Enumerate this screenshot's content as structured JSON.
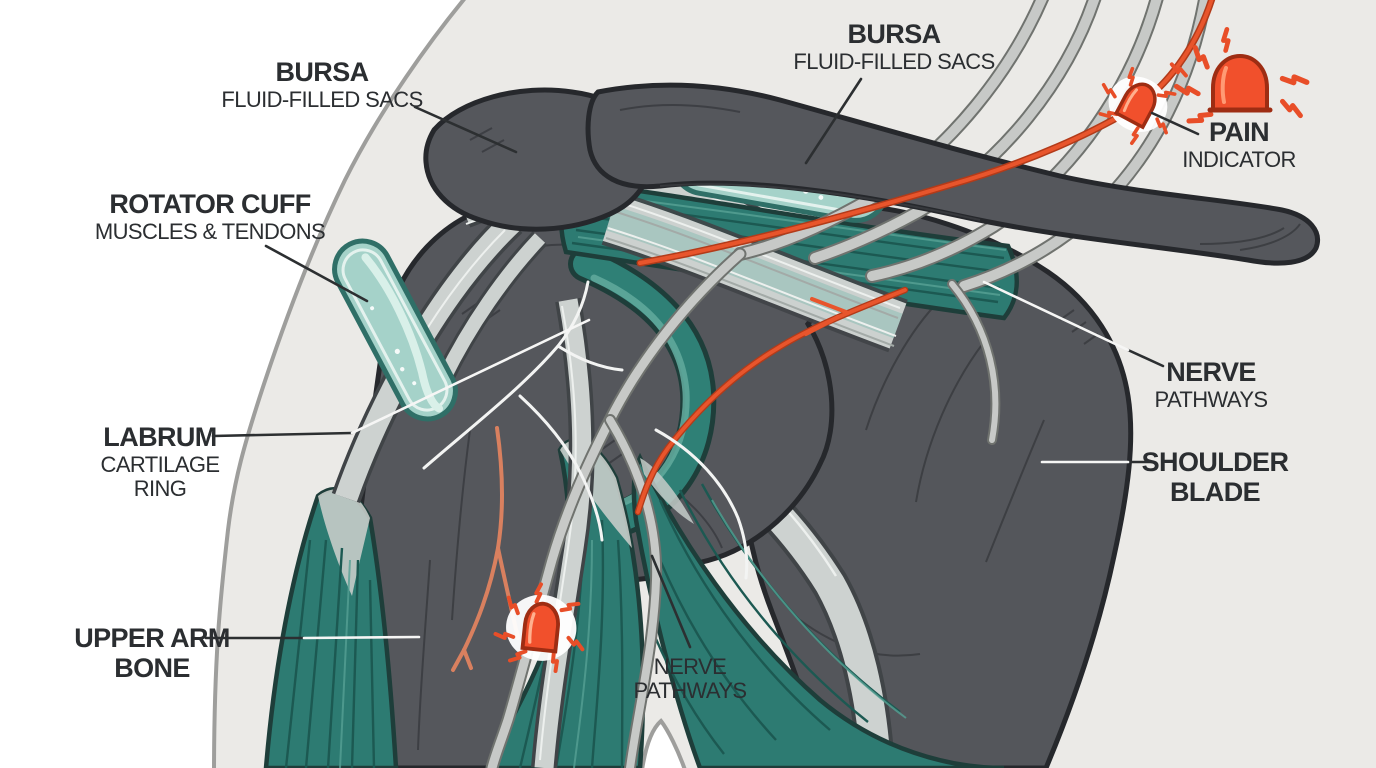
{
  "figure": {
    "type": "anatomical-diagram",
    "subject": "Shoulder joint cross-section with pain indicators"
  },
  "labels": {
    "bursa_left": {
      "line1": "BURSA",
      "line2": "FLUID-FILLED SACS"
    },
    "bursa_top": {
      "line1": "BURSA",
      "line2": "FLUID-FILLED SACS"
    },
    "rotator_cuff": {
      "line1": "ROTATOR CUFF",
      "line2": "MUSCLES & TENDONS"
    },
    "labrum": {
      "line1": "LABRUM",
      "line2": "CARTILAGE",
      "line3": "RING"
    },
    "upper_arm_bone": {
      "line1": "UPPER ARM",
      "line2": "BONE"
    },
    "nerve_pathways_bottom": {
      "line1": "NERVE",
      "line2": "PATHWAYS"
    },
    "nerve_pathways_right": {
      "line1": "NERVE",
      "line2": "PATHWAYS"
    },
    "shoulder_blade": {
      "line1": "SHOULDER",
      "line2": "BLADE"
    },
    "pain_indicator": {
      "line1": "PAIN",
      "line2": "INDICATOR"
    }
  },
  "colors": {
    "background": "#ffffff",
    "body_fill": "#ebeae7",
    "contour_line": "#9e9e9c",
    "bone_gray": "#55575c",
    "bone_outline": "#26282c",
    "muscle_teal": "#2d7b72",
    "bursa_fill": "#a5d2c9",
    "tendon_gray": "#cdd2d0",
    "nerve_tube_gray": "#c7c9c7",
    "nerve_orange": "#e8552c",
    "pain_red": "#f1502c",
    "label_text": "#2b2e31"
  }
}
